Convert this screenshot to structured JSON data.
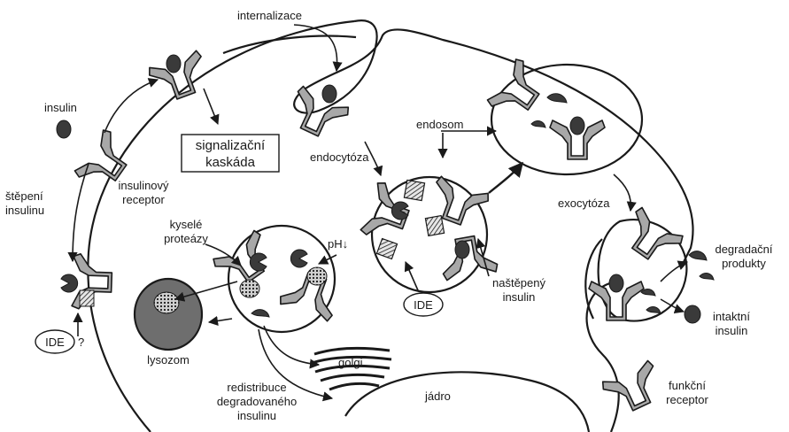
{
  "labels": {
    "internalizace": "internalizace",
    "insulin": "insulin",
    "signal_line1": "signalizační",
    "signal_line2": "kaskáda",
    "insulin_receptor_line1": "insulinový",
    "insulin_receptor_line2": "receptor",
    "endocytoza": "endocytóza",
    "endosom": "endosom",
    "stepeni_line1": "štěpení",
    "stepeni_line2": "insulinu",
    "kysele_line1": "kyselé",
    "kysele_line2": "proteázy",
    "ph": "pH↓",
    "exocytoza": "exocytóza",
    "degradacni_line1": "degradační",
    "degradacni_line2": "produkty",
    "nastepeny_line1": "naštěpený",
    "nastepeny_line2": "insulin",
    "ide_center": "IDE",
    "ide_left": "IDE",
    "ide_question": "?",
    "lysozom": "lysozom",
    "golgi": "golgi",
    "intaktni_line1": "intaktní",
    "intaktni_line2": "insulin",
    "redistribuce_line1": "redistribuce",
    "redistribuce_line2": "degradovaného",
    "redistribuce_line3": "insulinu",
    "jadro": "jádro",
    "funkcni_line1": "funkční",
    "funkcni_line2": "receptor"
  },
  "colors": {
    "receptor_fill": "#a8a8a8",
    "insulin_fill": "#3a3a3a",
    "lysosome_fill": "#6e6e6e",
    "outline": "#1a1a1a"
  }
}
